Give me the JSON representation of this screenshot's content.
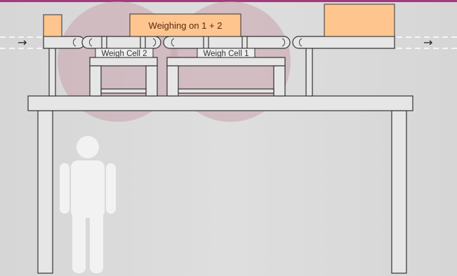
{
  "top_bar_color": "#a23a7c",
  "box_color": "#ffc58e",
  "highlight_color": "#c9a2ad",
  "labels": {
    "weighing": "Weighing on 1 + 2",
    "cell2": "Weigh Cell 2",
    "cell1": "Weigh Cell 1"
  },
  "arrows": {
    "in": "→",
    "out": "→"
  },
  "icons": [
    "arrow-right-icon",
    "person-icon"
  ]
}
